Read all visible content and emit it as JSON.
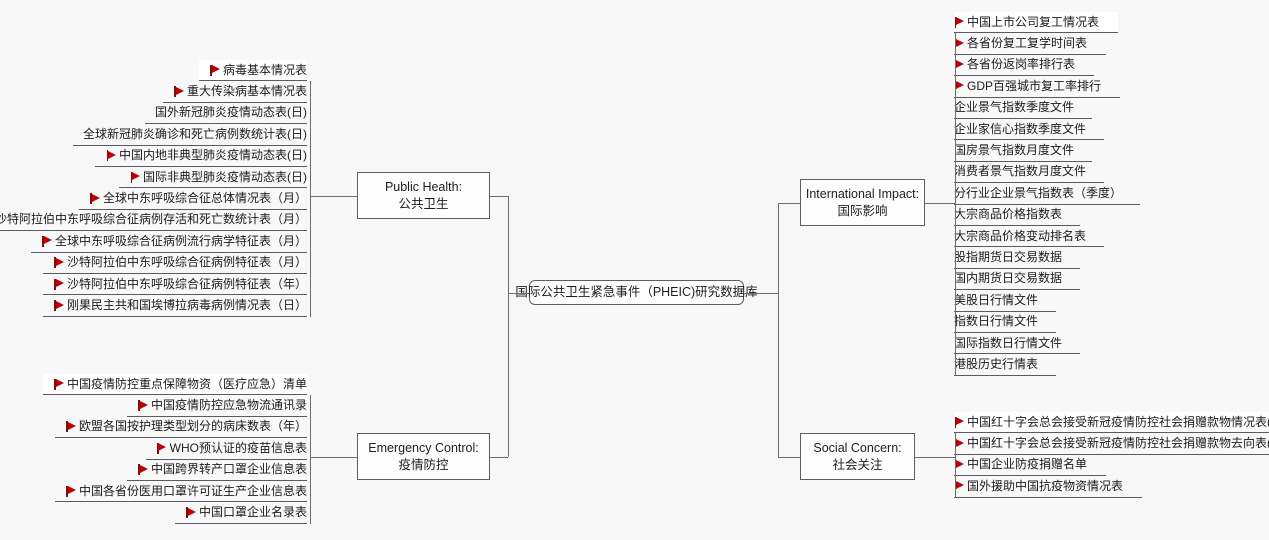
{
  "diagram": {
    "title": "国际公共卫生紧急事件（PHEIC)研究数据库",
    "root": {
      "label": "国际公共卫生紧急事件（PHEIC)研究数据库"
    },
    "branches": [
      {
        "id": "public-health",
        "en": "Public Health:",
        "zh": "公共卫生",
        "side": "left",
        "items": [
          {
            "label": "病毒基本情况表",
            "flag": true,
            "selected": true
          },
          {
            "label": "重大传染病基本情况表",
            "flag": true
          },
          {
            "label": "国外新冠肺炎疫情动态表(日)",
            "flag": false
          },
          {
            "label": "全球新冠肺炎确诊和死亡病例数统计表(日)",
            "flag": false
          },
          {
            "label": "中国内地非典型肺炎疫情动态表(日)",
            "flag": true
          },
          {
            "label": "国际非典型肺炎疫情动态表(日)",
            "flag": true
          },
          {
            "label": "全球中东呼吸综合征总体情况表（月）",
            "flag": true
          },
          {
            "label": "沙特阿拉伯中东呼吸综合征病例存活和死亡数统计表（月）",
            "flag": true
          },
          {
            "label": "全球中东呼吸综合征病例流行病学特征表（月）",
            "flag": true
          },
          {
            "label": "沙特阿拉伯中东呼吸综合征病例特征表（月）",
            "flag": true
          },
          {
            "label": "沙特阿拉伯中东呼吸综合征病例特征表（年）",
            "flag": true
          },
          {
            "label": "刚果民主共和国埃博拉病毒病例情况表（日）",
            "flag": true
          }
        ]
      },
      {
        "id": "emergency-control",
        "en": "Emergency Control:",
        "zh": "疫情防控",
        "side": "left",
        "items": [
          {
            "label": "中国疫情防控重点保障物资（医疗应急）清单",
            "flag": true,
            "selected": true
          },
          {
            "label": "中国疫情防控应急物流通讯录",
            "flag": true
          },
          {
            "label": "欧盟各国按护理类型划分的病床数表（年）",
            "flag": true
          },
          {
            "label": "WHO预认证的疫苗信息表",
            "flag": true
          },
          {
            "label": "中国跨界转产口罩企业信息表",
            "flag": true
          },
          {
            "label": "中国各省份医用口罩许可证生产企业信息表",
            "flag": true
          },
          {
            "label": "中国口罩企业名录表",
            "flag": true
          }
        ]
      },
      {
        "id": "international-impact",
        "en": "International Impact:",
        "zh": "国际影响",
        "side": "right",
        "items": [
          {
            "label": "中国上市公司复工情况表",
            "flag": true,
            "selected": true
          },
          {
            "label": "各省份复工复学时间表",
            "flag": true
          },
          {
            "label": "各省份返岗率排行表",
            "flag": true
          },
          {
            "label": "GDP百强城市复工率排行",
            "flag": true
          },
          {
            "label": "企业景气指数季度文件",
            "flag": false
          },
          {
            "label": "企业家信心指数季度文件",
            "flag": false
          },
          {
            "label": "国房景气指数月度文件",
            "flag": false
          },
          {
            "label": "消费者景气指数月度文件",
            "flag": false
          },
          {
            "label": "分行业企业景气指数表（季度）",
            "flag": false
          },
          {
            "label": "大宗商品价格指数表",
            "flag": false
          },
          {
            "label": "大宗商品价格变动排名表",
            "flag": false
          },
          {
            "label": "股指期货日交易数据",
            "flag": false
          },
          {
            "label": "国内期货日交易数据",
            "flag": false
          },
          {
            "label": "美股日行情文件",
            "flag": false
          },
          {
            "label": "指数日行情文件",
            "flag": false
          },
          {
            "label": "国际指数日行情文件",
            "flag": false
          },
          {
            "label": "港股历史行情表",
            "flag": false
          }
        ]
      },
      {
        "id": "social-concern",
        "en": "Social Concern:",
        "zh": "社会关注",
        "side": "right",
        "items": [
          {
            "label": "中国红十字会总会接受新冠疫情防控社会捐赠款物情况表(日)",
            "flag": true,
            "selected": true
          },
          {
            "label": "中国红十字会总会接受新冠疫情防控社会捐赠款物去向表(日)",
            "flag": true
          },
          {
            "label": "中国企业防疫捐赠名单",
            "flag": true
          },
          {
            "label": "国外援助中国抗疫物资情况表",
            "flag": true
          }
        ]
      }
    ],
    "colors": {
      "background": "#f8f8f8",
      "node_border": "#5a5f66",
      "connector": "#6a6e73",
      "leaf_underline": "#585c62",
      "flag_red": "#c00000",
      "text": "#1b1b1b"
    }
  }
}
